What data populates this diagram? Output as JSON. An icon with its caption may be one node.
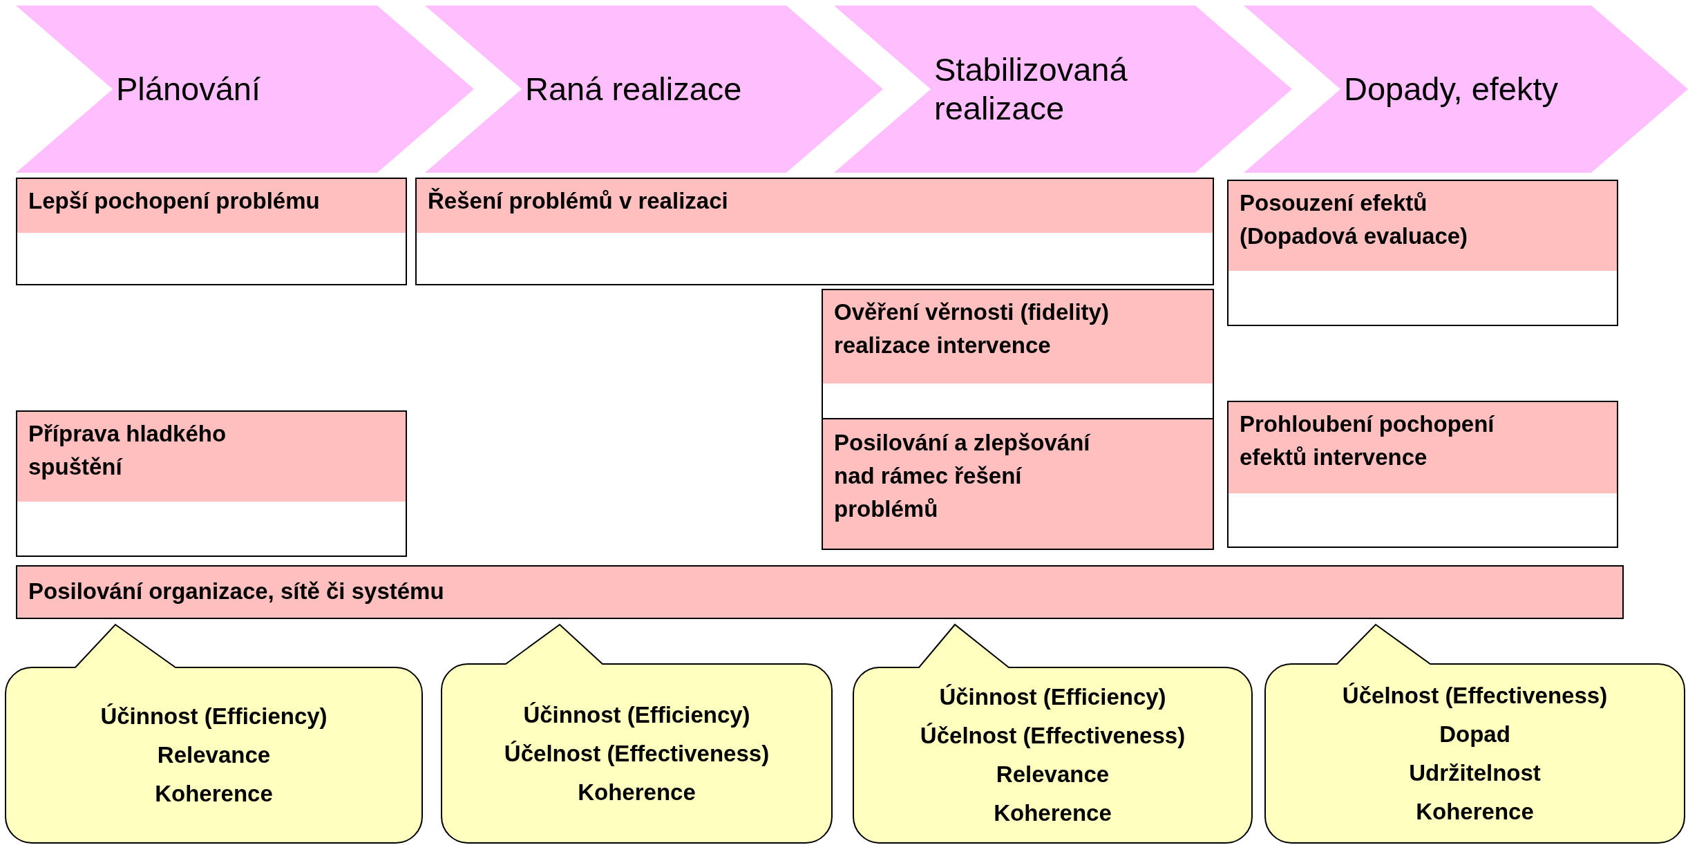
{
  "diagram": {
    "nodes": [
      {
        "text": [
          "Plánování"
        ]
      },
      {
        "text": [
          "Raná realizace"
        ]
      },
      {
        "text": [
          "Stabilizovaná realizace"
        ]
      },
      {
        "text": [
          "Dopady, efekty"
        ]
      },
      {
        "text": [
          "Lepší pochopení problému"
        ]
      },
      {
        "text": [
          "Řešení problémů v realizaci"
        ]
      },
      {
        "text": [
          "Posouzení efektů (Dopadová evaluace)"
        ]
      },
      {
        "text": [
          "Ověření věrnosti (fidelity) realizace intervence"
        ]
      },
      {
        "text": [
          "Příprava hladkého spuštění"
        ]
      },
      {
        "text": [
          "Posilování a zlepšování nad rámec řešení problémů"
        ]
      },
      {
        "text": [
          "Prohloubení pochopení efektů intervence"
        ]
      },
      {
        "text": [
          "Posilování organizace, sítě či systému"
        ]
      },
      {
        "text": [
          "Účinnost (Efficiency)",
          "Relevance",
          "Koherence"
        ]
      },
      {
        "text": [
          "Účinnost (Efficiency)",
          "Účelnost (Effectiveness)",
          "Koherence"
        ]
      },
      {
        "text": [
          "Účinnost (Efficiency)",
          "Účelnost (Effectiveness)",
          "Relevance",
          "Koherence"
        ]
      },
      {
        "text": [
          "Účelnost (Effectiveness)",
          "Dopad",
          "Udržitelnost",
          "Koherence"
        ]
      }
    ]
  }
}
